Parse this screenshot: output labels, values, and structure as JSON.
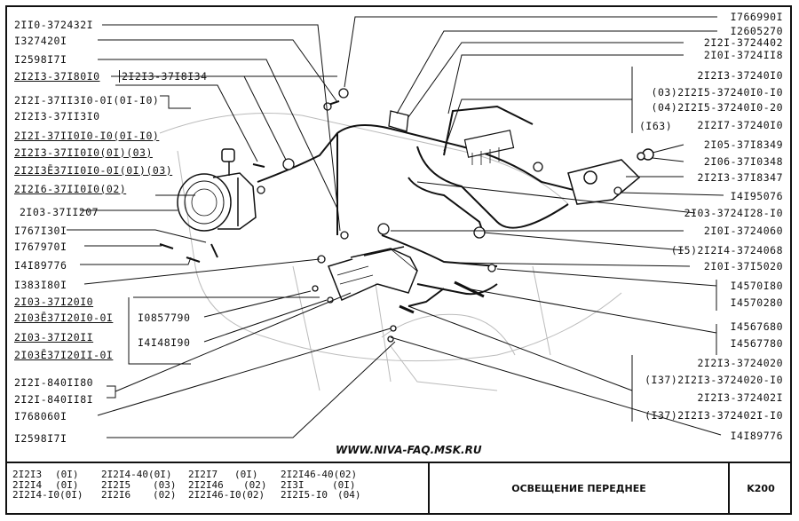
{
  "labels_left": [
    {
      "text": "2II0-372432I",
      "underline": false
    },
    {
      "text": "I327420I",
      "underline": false
    },
    {
      "text": "I2598I7I",
      "underline": false
    },
    {
      "text": "2I2I3-37I80I0",
      "underline": true
    },
    {
      "text": "2I2I-37II3I0-0I(0I-I0)",
      "underline": false
    },
    {
      "text": "2I2I3-37II3I0",
      "underline": false
    },
    {
      "text": "2I2I-37II0I0-I0(0I-I0)",
      "underline": true
    },
    {
      "text": "2I2I3-37II0I0(0I)(03)",
      "underline": true
    },
    {
      "text": "2I2I3Ē37II0I0-0I(0I)(03)",
      "underline": true
    },
    {
      "text": "2I2I6-37II0I0(02)",
      "underline": true
    },
    {
      "text": "2I03-37II207",
      "underline": false
    },
    {
      "text": "I767I30I",
      "underline": false
    },
    {
      "text": "I767970I",
      "underline": false
    },
    {
      "text": "I4I89776",
      "underline": false
    },
    {
      "text": "I383I80I",
      "underline": false
    },
    {
      "text": "2I03-37I20I0",
      "underline": true
    },
    {
      "text": "2I03Ē37I20I0-0I",
      "underline": true
    },
    {
      "text": "2I03-37I20II",
      "underline": true
    },
    {
      "text": "2I03Ē37I20II-0I",
      "underline": true
    },
    {
      "text": "2I2I-840II80",
      "underline": false
    },
    {
      "text": "2I2I-840II8I",
      "underline": false
    },
    {
      "text": "I768060I",
      "underline": false
    },
    {
      "text": "I2598I7I",
      "underline": false
    }
  ],
  "labels_center": [
    {
      "text": "2I2I3-37I8I34"
    },
    {
      "text": "I0857790"
    },
    {
      "text": "I4I48I90"
    }
  ],
  "labels_right": [
    {
      "text": "I766990I"
    },
    {
      "text": "I2605270"
    },
    {
      "text": "2I2I-3724402"
    },
    {
      "text": "2I0I-3724II8"
    },
    {
      "text": "2I2I3-37240I0"
    },
    {
      "text": "(03)2I2I5-37240I0-I0"
    },
    {
      "text": "(04)2I2I5-37240I0-20"
    },
    {
      "text": "(I63)"
    },
    {
      "text": "2I2I7-37240I0"
    },
    {
      "text": "2I05-37I8349"
    },
    {
      "text": "2I06-37I0348"
    },
    {
      "text": "2I2I3-37I8347"
    },
    {
      "text": "I4I95076"
    },
    {
      "text": "2I03-3724I28-I0"
    },
    {
      "text": "2I0I-3724060"
    },
    {
      "text": "(I5)2I2I4-3724068"
    },
    {
      "text": "2I0I-37I5020"
    },
    {
      "text": "I4570I80"
    },
    {
      "text": "I4570280"
    },
    {
      "text": "I4567680"
    },
    {
      "text": "I4567780"
    },
    {
      "text": "2I2I3-3724020"
    },
    {
      "text": "(I37)2I2I3-3724020-I0"
    },
    {
      "text": "2I2I3-372402I"
    },
    {
      "text": "(I37)2I2I3-372402I-I0"
    },
    {
      "text": "I4I89776"
    }
  ],
  "watermark": "WWW.NIVA-FAQ.MSK.RU",
  "models": [
    [
      {
        "m": "2I2I3",
        "c": "(0I)"
      },
      {
        "m": "2I2I4-40(0I)",
        "c": ""
      },
      {
        "m": "2I2I7",
        "c": "(0I)"
      },
      {
        "m": "2I2I46-40(02)",
        "c": ""
      }
    ],
    [
      {
        "m": "2I2I4",
        "c": "(0I)"
      },
      {
        "m": "2I2I5",
        "c": "(03)"
      },
      {
        "m": "2I2I46",
        "c": "(02)"
      },
      {
        "m": "2I3I",
        "c": "(0I)"
      }
    ],
    [
      {
        "m": "2I2I4-I0(0I)",
        "c": ""
      },
      {
        "m": "2I2I6",
        "c": "(02)"
      },
      {
        "m": "2I2I46-I0(02)",
        "c": ""
      },
      {
        "m": "2I2I5-I0",
        "c": "(04)"
      }
    ]
  ],
  "title": "ОСВЕЩЕНИЕ ПЕРЕДНЕЕ",
  "sheet_code": "K200"
}
